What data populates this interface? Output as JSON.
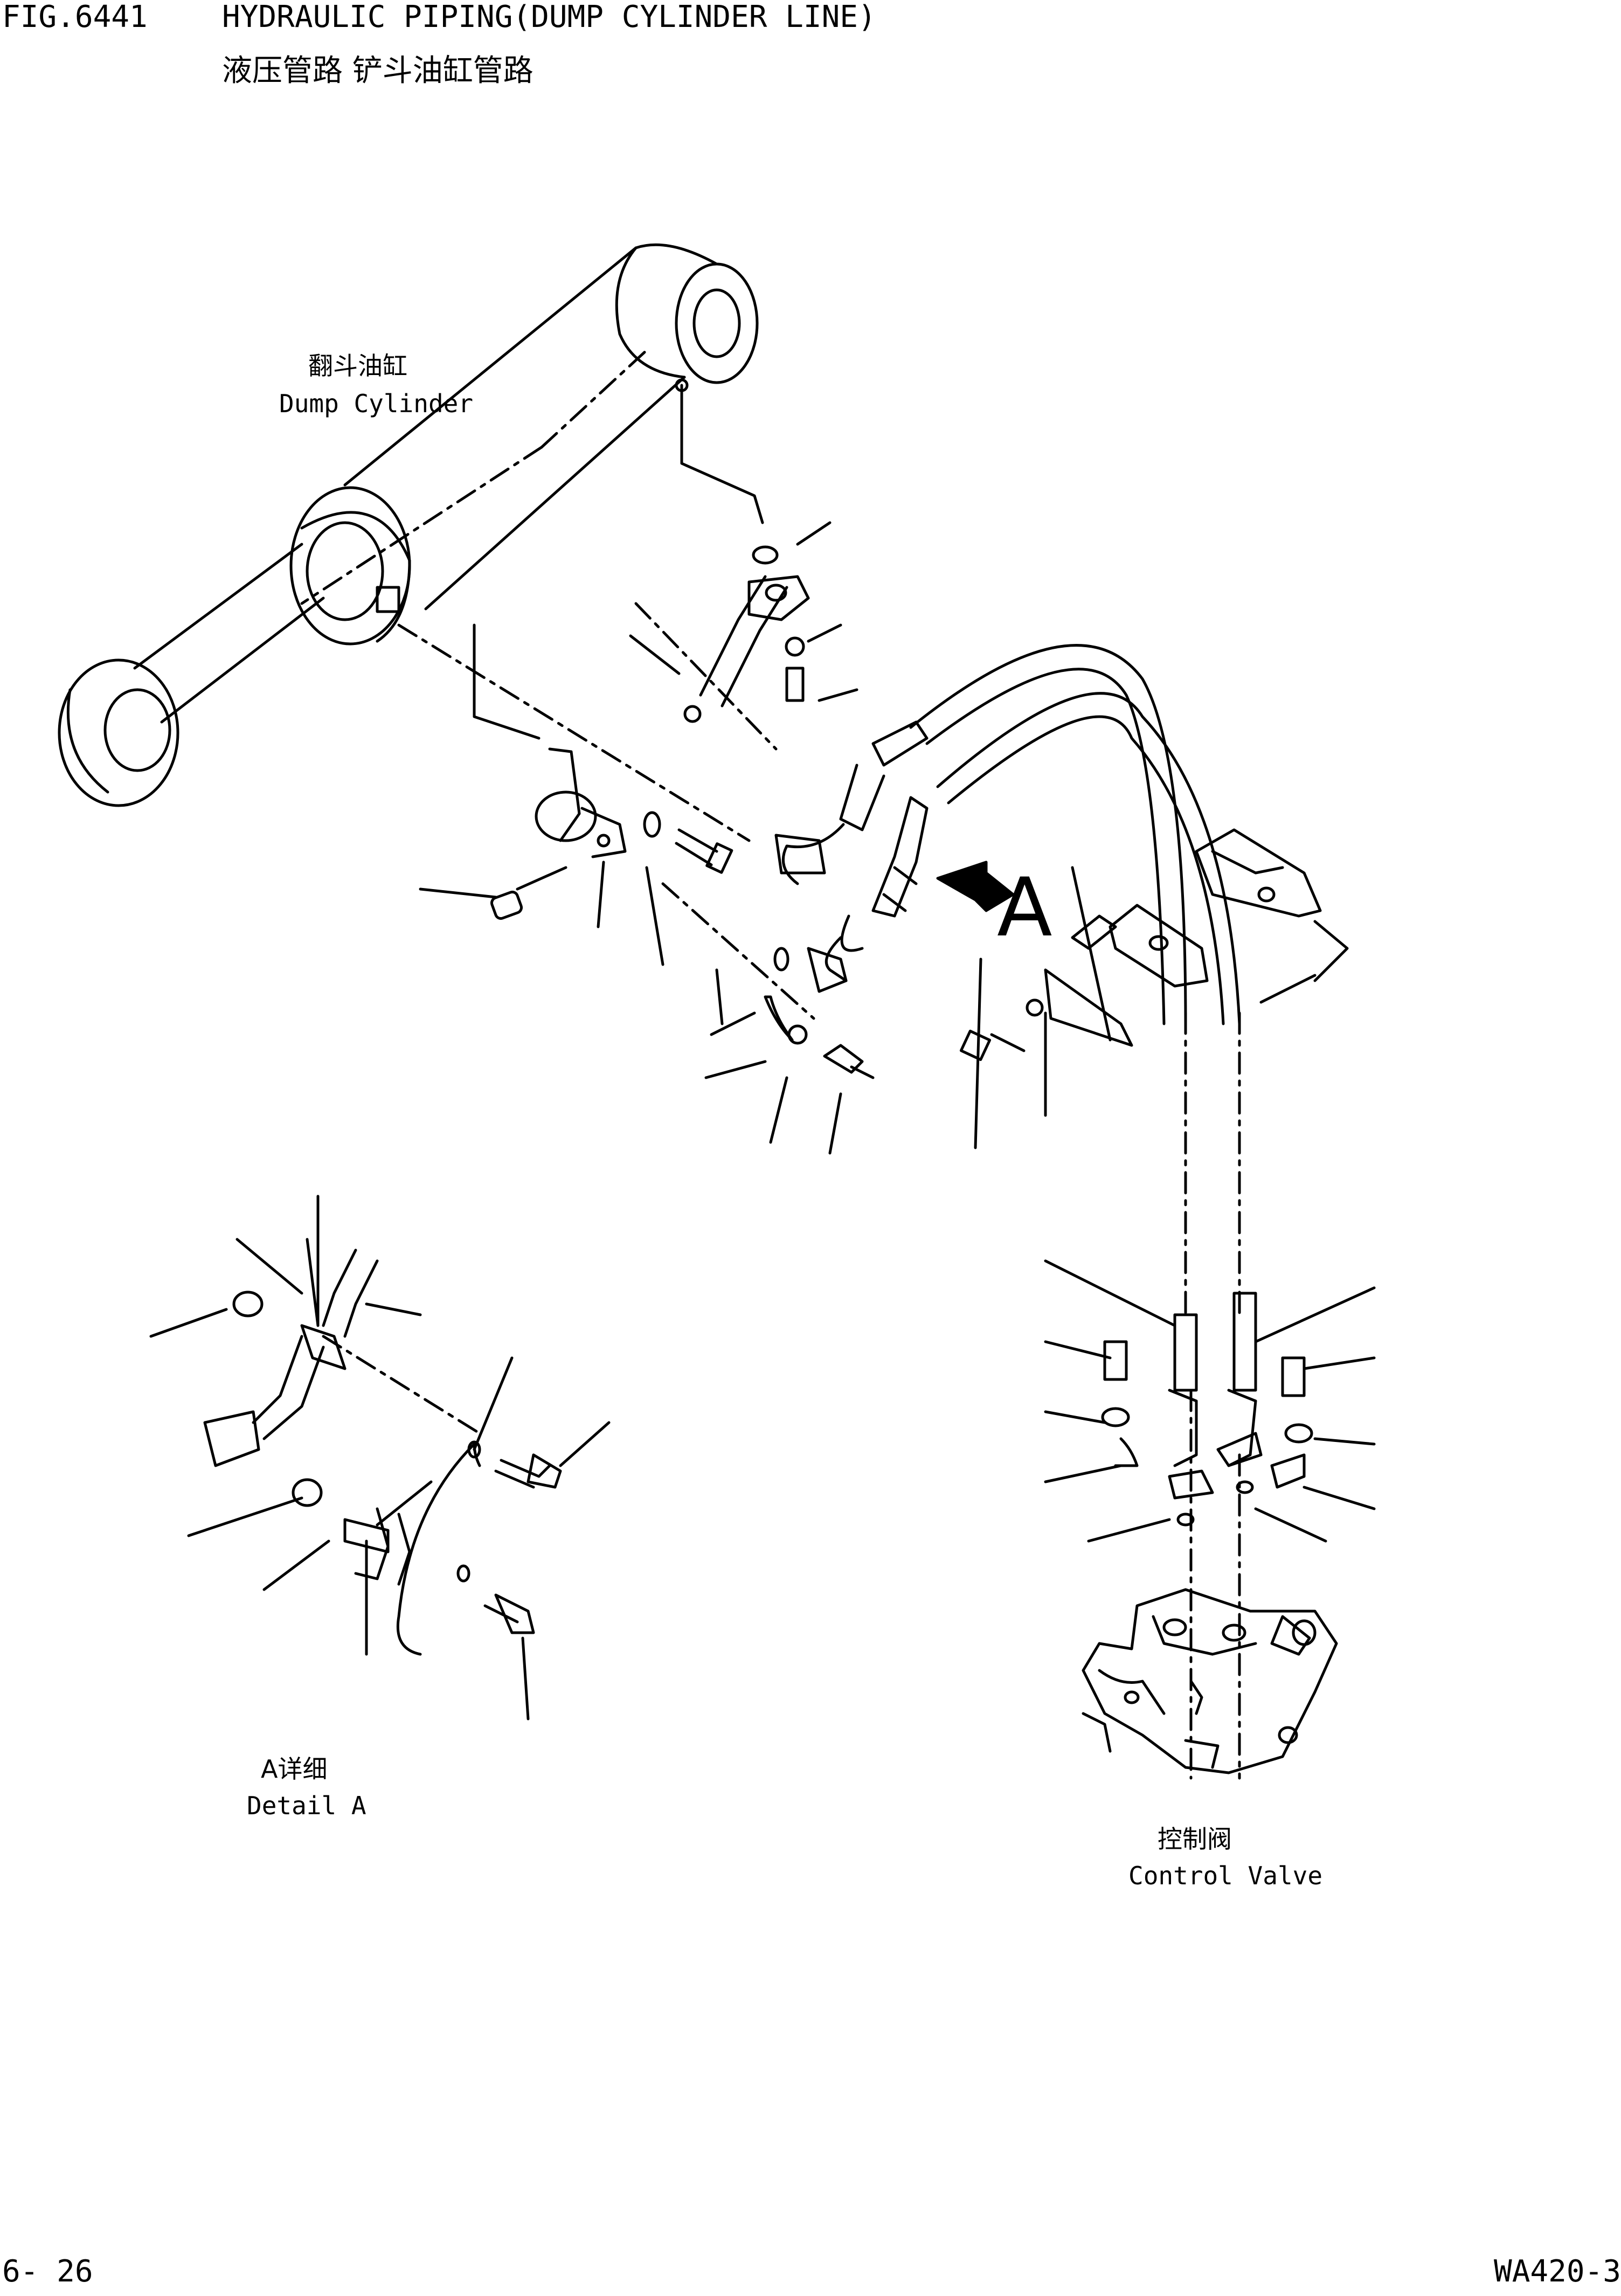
{
  "header": {
    "fig_number": "FIG.6441",
    "title_en": "HYDRAULIC PIPING(DUMP CYLINDER LINE)",
    "title_zh": "液压管路 铲斗油缸管路"
  },
  "labels": {
    "dump_cylinder_zh": "翻斗油缸",
    "dump_cylinder_en": "Dump Cylinder",
    "detail_zh": "A详细",
    "detail_en": "Detail A",
    "control_valve_zh": "控制阀",
    "control_valve_en": "Control Valve",
    "view_arrow": "A"
  },
  "footer": {
    "page_number": "6- 26",
    "model": "WA420-3"
  }
}
